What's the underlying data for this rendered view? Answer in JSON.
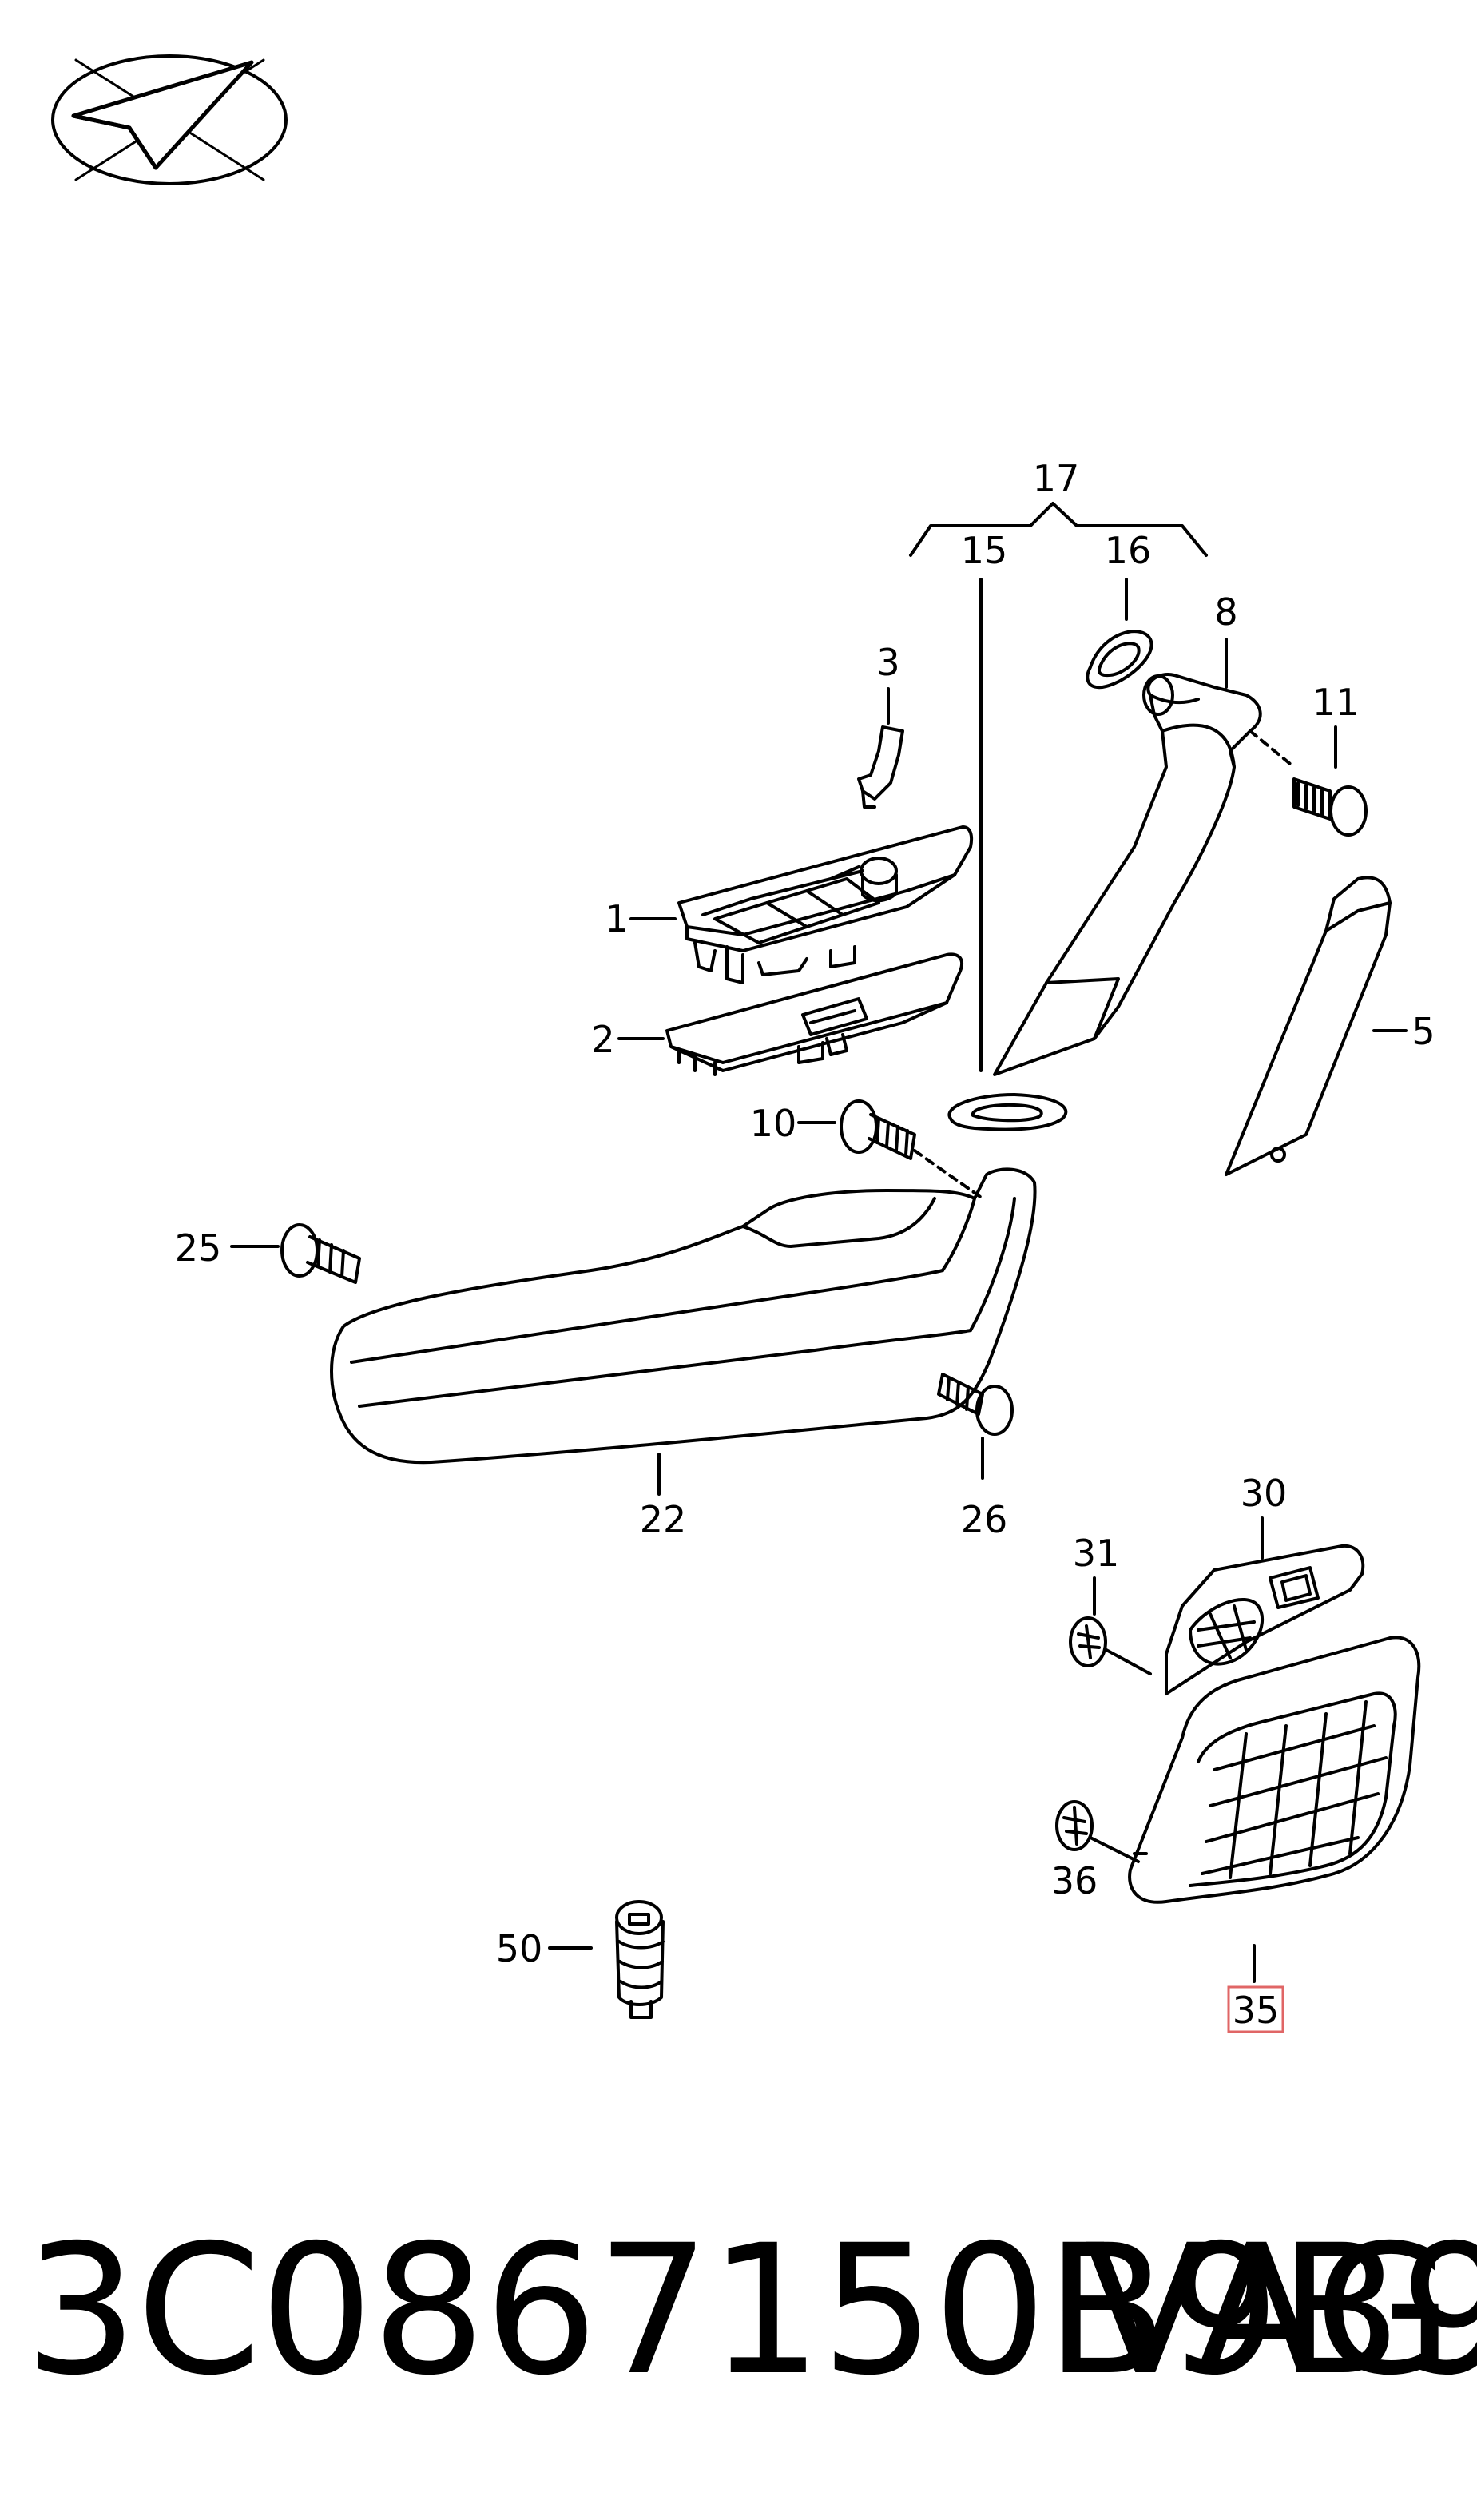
{
  "logo": {
    "icon": "paper-plane-logo-icon"
  },
  "callouts": {
    "c1": "1",
    "c2": "2",
    "c3": "3",
    "c5": "5",
    "c8": "8",
    "c10": "10",
    "c11": "11",
    "c15": "15",
    "c16": "16",
    "c17": "17",
    "c22": "22",
    "c25": "25",
    "c26": "26",
    "c30": "30",
    "c31": "31",
    "c35": "35",
    "c36": "36",
    "c50": "50"
  },
  "highlight_color": "#e06666",
  "footer": {
    "part_number": "3C0867150B9B9",
    "brand": "VAG"
  }
}
